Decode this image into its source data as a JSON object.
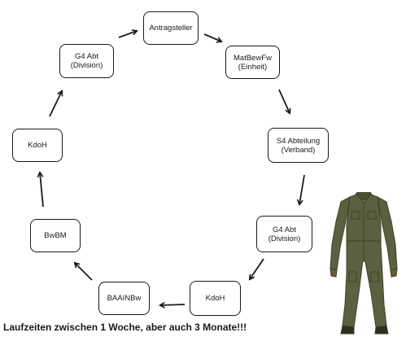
{
  "diagram": {
    "nodes": [
      {
        "id": "antragsteller",
        "label": "Antragsteller"
      },
      {
        "id": "matbewfw",
        "label": "MatBewFw\n(Einheit)"
      },
      {
        "id": "s4-abteilung",
        "label": "S4 Abteilung\n(Verband)"
      },
      {
        "id": "g4-abt-lower",
        "label": "G4 Abt\n(Division)"
      },
      {
        "id": "kdoh-lower",
        "label": "KdoH"
      },
      {
        "id": "baainbw",
        "label": "BAAINBw"
      },
      {
        "id": "bwbm",
        "label": "BwBM"
      },
      {
        "id": "kdoh-upper",
        "label": "KdoH"
      },
      {
        "id": "g4-abt-upper",
        "label": "G4 Abt\n(Division)"
      }
    ],
    "edges": [
      {
        "from": "antragsteller",
        "to": "matbewfw"
      },
      {
        "from": "matbewfw",
        "to": "s4-abteilung"
      },
      {
        "from": "s4-abteilung",
        "to": "g4-abt-lower"
      },
      {
        "from": "g4-abt-lower",
        "to": "kdoh-lower"
      },
      {
        "from": "kdoh-lower",
        "to": "baainbw"
      },
      {
        "from": "baainbw",
        "to": "bwbm"
      },
      {
        "from": "bwbm",
        "to": "kdoh-upper"
      },
      {
        "from": "kdoh-upper",
        "to": "g4-abt-upper"
      },
      {
        "from": "g4-abt-upper",
        "to": "antragsteller"
      }
    ]
  },
  "footnote": "Laufzeiten zwischen 1 Woche, aber auch 3 Monate!!!",
  "image": {
    "icon": "coverall-icon",
    "color": "#5a6140"
  }
}
